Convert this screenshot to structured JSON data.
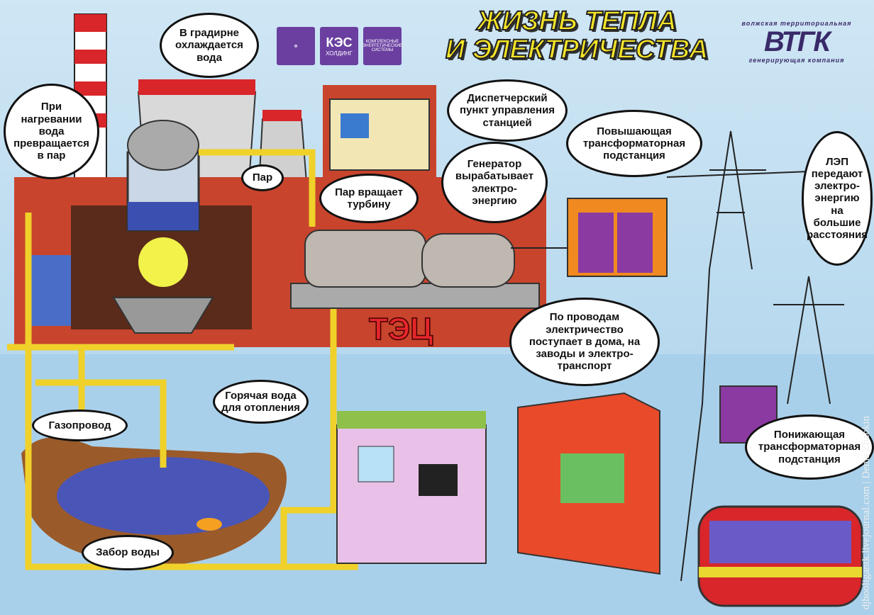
{
  "title": "ЖИЗНЬ ТЕПЛА\nИ ЭЛЕКТРИЧЕСТВА",
  "logos": {
    "kes_main": "КЭС",
    "kes_sub": "ХОЛДИНГ",
    "kes_systems": "КОМПЛЕКСНЫЕ ЭНЕРГЕТИЧЕСКИЕ СИСТЕМЫ",
    "vtgk_top": "волжская территориальная",
    "vtgk_main": "ВТГК",
    "vtgk_bottom": "генерирующая компания"
  },
  "station_label": "ТЭЦ",
  "bubbles": {
    "cooling_tower": "В градирне\nохлаждается\nвода",
    "heating": "При\nнагревании\nвода\nпревращается\nв пар",
    "steam": "Пар",
    "control": "Диспетчерский\nпункт управления\nстанцией",
    "turbine": "Пар вращает\nтурбину",
    "generator": "Генератор\nвырабатывает\nэлектро-\nэнергию",
    "step_up": "Повышающая\nтрансформаторная\nподстанция",
    "power_line": "ЛЭП\nпередают\nэлектро-\nэнергию\nна большие\nрасстояния",
    "wires": "По проводам\nэлектричество\nпоступает в дома, на\nзаводы и электро-\nтранспорт",
    "hot_water": "Горячая вода\nдля отопления",
    "gas": "Газопровод",
    "water_intake": "Забор воды",
    "step_down": "Понижающая\nтрансформаторная\nподстанция"
  },
  "watermark": "djhooligantk.livejournal.com | Denis Zhabkin"
}
